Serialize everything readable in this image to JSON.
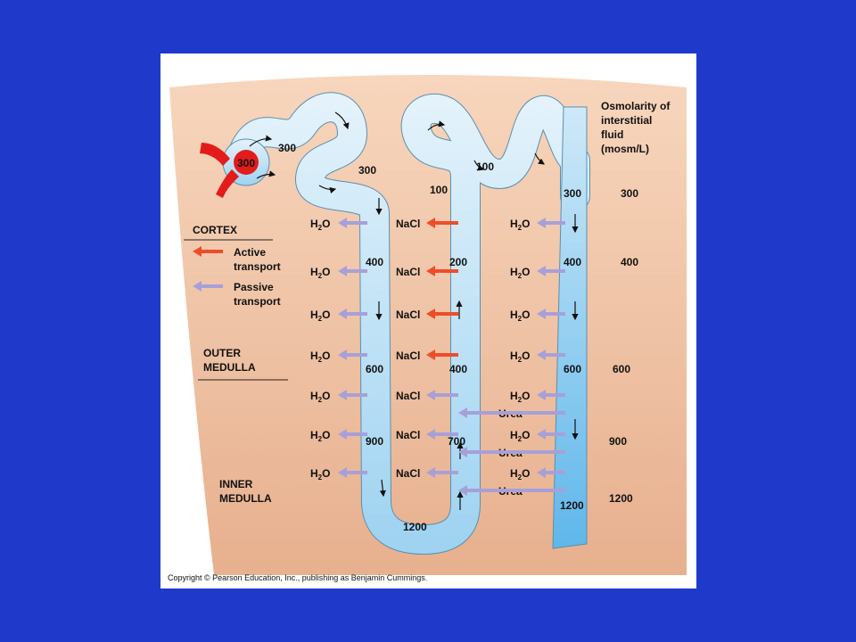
{
  "colors": {
    "slide_background": "#1f3acb",
    "tissue_top": "#f7d6bd",
    "tissue_bottom": "#e7b08e",
    "tubule_fill": "#c9e6f7",
    "collecting_duct_fill": "#8fcdf0",
    "active_arrow": "#ee4d2a",
    "passive_arrow": "#a7a0d8",
    "glomerulus": "#e31b1b"
  },
  "header": {
    "title_lines": [
      "Osmolarity of",
      "interstitial",
      "fluid",
      "(mosm/L)"
    ]
  },
  "regions": {
    "cortex": "CORTEX",
    "outer_medulla": [
      "OUTER",
      "MEDULLA"
    ],
    "inner_medulla": [
      "INNER",
      "MEDULLA"
    ]
  },
  "legend": {
    "active": [
      "Active",
      "transport"
    ],
    "passive": [
      "Passive",
      "transport"
    ],
    "active_icon": "orange-arrow-icon",
    "passive_icon": "lavender-arrow-icon"
  },
  "interstitial_values": [
    "300",
    "400",
    "600",
    "900",
    "1200"
  ],
  "tubule_values": {
    "glomerulus": "300",
    "proximal": "300",
    "descending_top": "300",
    "descending": [
      "400",
      "600",
      "900"
    ],
    "bend": "1200",
    "ascending": [
      "200",
      "400",
      "700"
    ],
    "thick_ascending_top": "100",
    "distal": "100",
    "collecting": [
      "300",
      "400",
      "600",
      "1200"
    ]
  },
  "solutes": {
    "water": "H",
    "water_sub": "2",
    "water_o": "O",
    "salt": "NaCl",
    "urea": "Urea"
  },
  "copyright": "Copyright © Pearson Education, Inc., publishing as Benjamin Cummings."
}
